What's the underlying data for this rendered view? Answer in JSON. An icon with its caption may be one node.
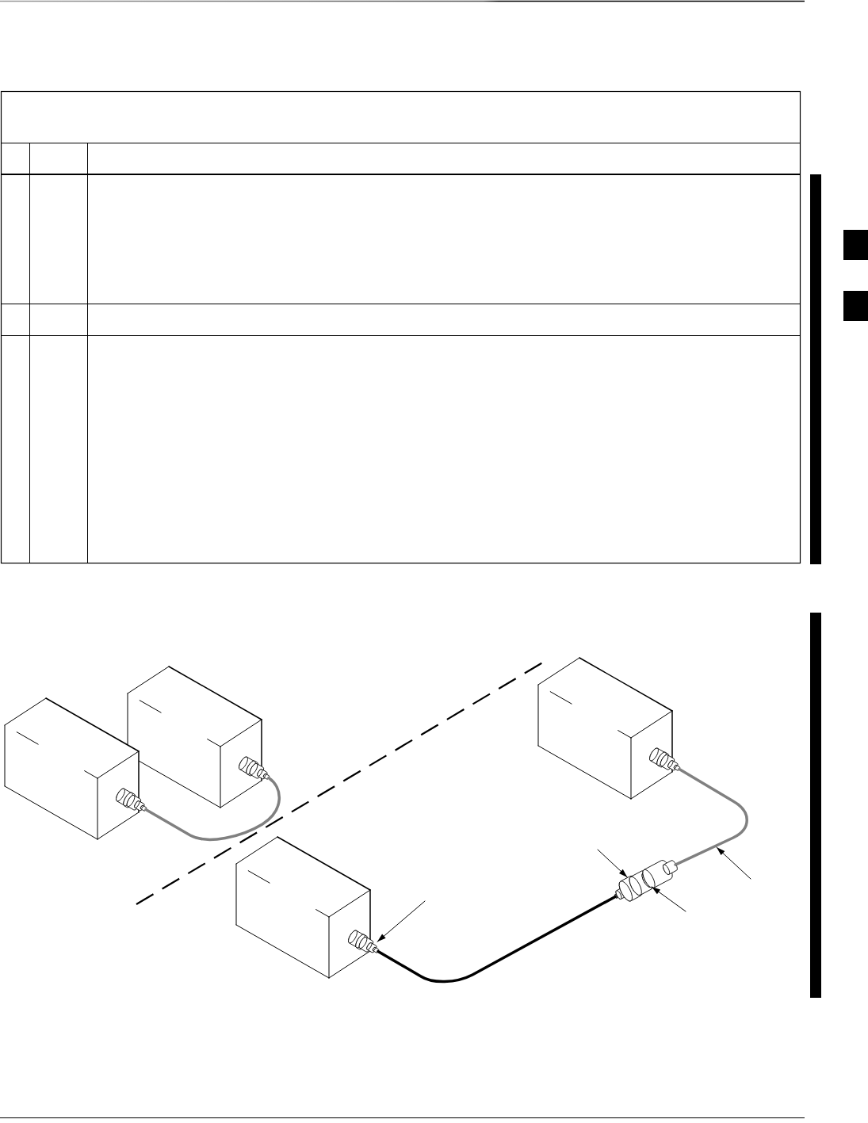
{
  "diagram": {
    "nodes": [
      {
        "text": [],
        "shape": "box"
      },
      {
        "text": [],
        "shape": "box"
      },
      {
        "text": [],
        "shape": "box"
      },
      {
        "text": [],
        "shape": "box"
      },
      {
        "text": [],
        "shape": "cylinder"
      },
      {
        "text": [],
        "shape": "cable"
      }
    ],
    "edges": [
      {
        "from": 0,
        "to": 1,
        "arrow": "none",
        "style": "thick",
        "color": "#808080"
      },
      {
        "from": 3,
        "to": 4,
        "arrow": "none",
        "style": "thick"
      },
      {
        "from": null,
        "to": 3,
        "arrow": "to"
      },
      {
        "from": null,
        "to": 4,
        "arrow": "to"
      },
      {
        "from": null,
        "to": 4,
        "arrow": "to"
      },
      {
        "from": null,
        "to": 5,
        "arrow": "to"
      }
    ]
  }
}
